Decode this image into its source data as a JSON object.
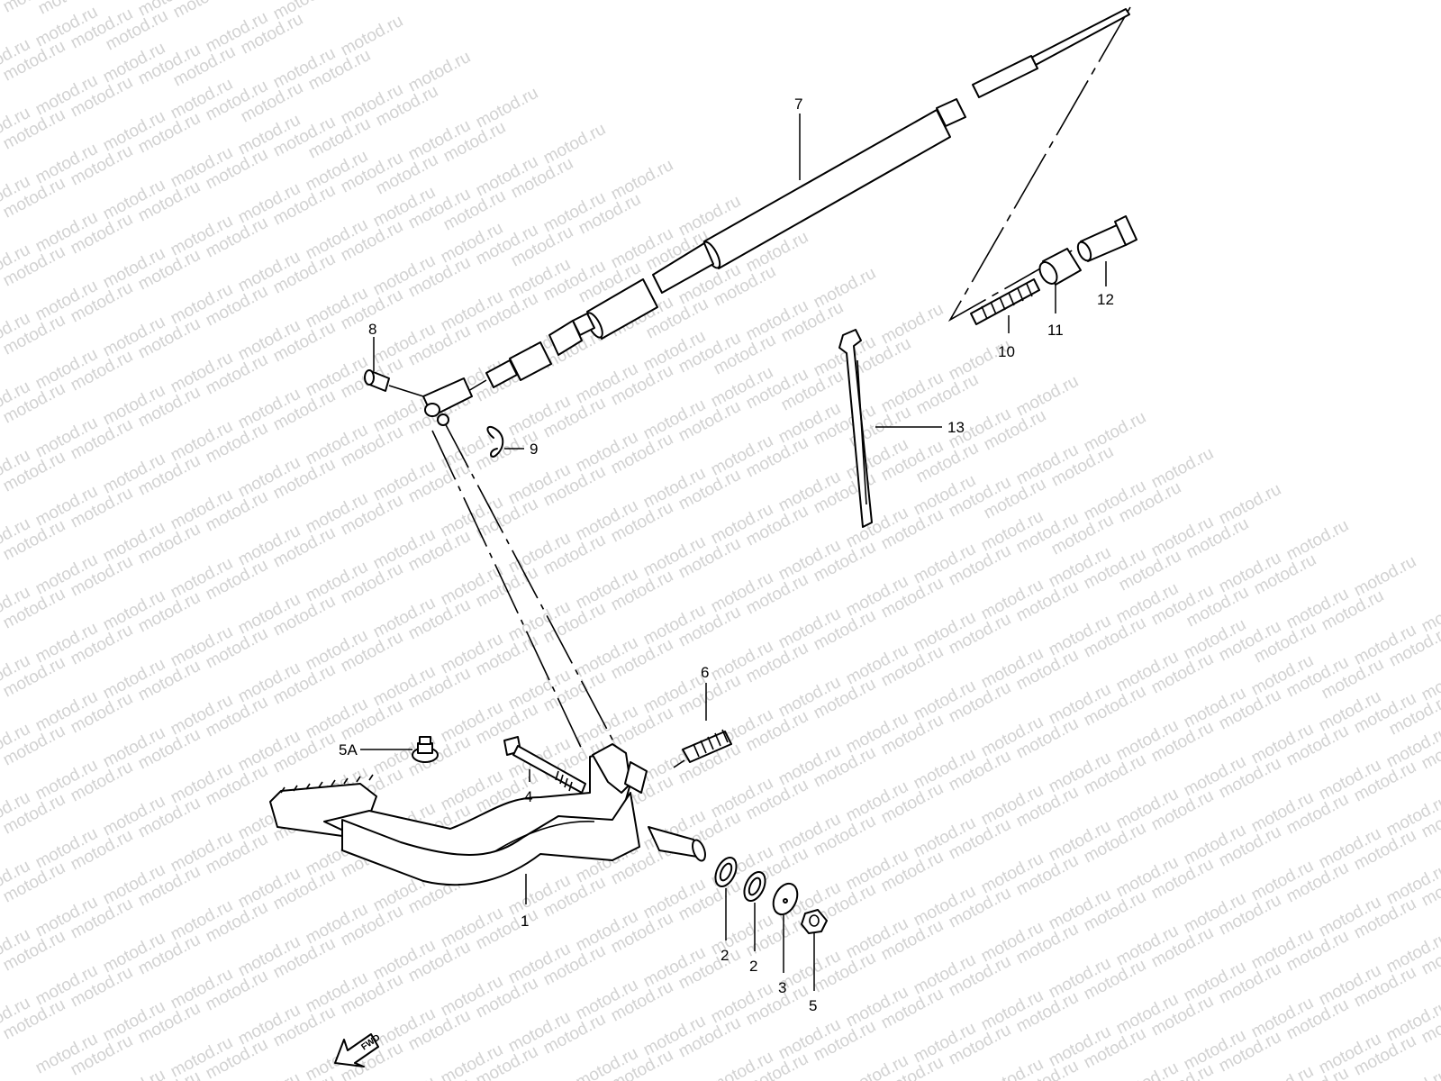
{
  "watermark": {
    "text": "motod.ru",
    "color": "#d2d2d2"
  },
  "callouts": {
    "c1": "1",
    "c2a": "2",
    "c2b": "2",
    "c3": "3",
    "c4": "4",
    "c5": "5",
    "c5a": "5A",
    "c6": "6",
    "c7": "7",
    "c8": "8",
    "c9": "9",
    "c10": "10",
    "c11": "11",
    "c12": "12",
    "c13": "13"
  },
  "fwd_label": "FWD"
}
